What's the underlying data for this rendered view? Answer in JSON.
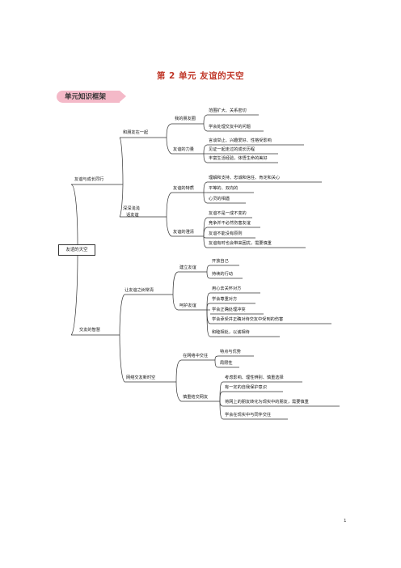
{
  "title": "第 2 单元  友谊的天空",
  "section_label": "单元知识框架",
  "root": "友谊的天空",
  "branches": {
    "b1": {
      "label": "友谊与成长同行",
      "s1": {
        "label": "和朋友在一起",
        "n1": {
          "label": "我的朋友圈",
          "leaves": [
            "范围扩大、关系密切",
            "学会处理交友中的问题"
          ]
        },
        "n2": {
          "label": "友谊的力量",
          "leaves": [
            "言谈举止、兴趣爱好、性格受影响",
            "见证一起走过的成长历程",
            "丰富生活经验，体悟生命的美好"
          ]
        }
      },
      "s2": {
        "label": "深深浅浅话友谊",
        "label_l1": "深深浅浅",
        "label_l2": "话友谊",
        "n1": {
          "label": "友谊的特质",
          "leaves": [
            "理解和支持、忠诚和信任、肯定和关心",
            "平等的、双向的",
            "心灵的相遇"
          ]
        },
        "n2": {
          "label": "友谊的澄清",
          "leaves": [
            "友谊不是一成不变的",
            "竞争并不必然伤害友谊",
            "友谊不能没有原则",
            "友谊有时也会带来困扰，需要慎重"
          ]
        }
      }
    },
    "b2": {
      "label": "交友的智慧",
      "s1": {
        "label": "让友谊之树常青",
        "n1": {
          "label": "建立友谊",
          "leaves": [
            "开放自己",
            "持续的行动"
          ]
        },
        "n2": {
          "label": "呵护友谊",
          "leaves": [
            "用心去关怀对方",
            "学会尊重对方",
            "学会正确处理冲突",
            "学会承受并正确对待交友中受到的伤害",
            "和睦相处，以诚相待"
          ]
        }
      },
      "s2": {
        "label": "网络交友新时空",
        "n1": {
          "label": "在网络中交往",
          "leaves": [
            "特点与优势",
            "局限性"
          ]
        },
        "n2": {
          "label": "慎重结交网友",
          "leaves": [
            "考虑影响、理性辨别、慎重选择",
            "有一定的自我保护意识",
            "将网上的朋友转化为现实中的朋友，需要慎重",
            "学会在现实中与同伴交往"
          ]
        }
      }
    }
  },
  "page_number": "1",
  "colors": {
    "title": "#c0392b",
    "banner": "#f4b9c8",
    "line": "#333333"
  }
}
